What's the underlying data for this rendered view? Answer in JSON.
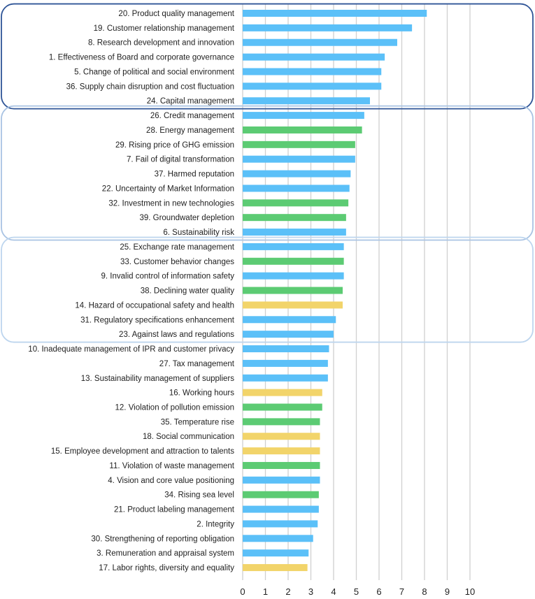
{
  "chart_data": {
    "type": "bar",
    "orientation": "horizontal",
    "grid": true,
    "xlim": [
      0,
      10
    ],
    "ticks": [
      "0",
      "1",
      "2",
      "3",
      "4",
      "5",
      "6",
      "7",
      "8",
      "9",
      "10"
    ],
    "colors": {
      "blue": "#5BC0F8",
      "green": "#5CCB73",
      "yellow": "#F2D46A"
    },
    "groups": [
      {
        "name": "top",
        "from": 0,
        "to": 6,
        "border": "#2F5597"
      },
      {
        "name": "upper-middle",
        "from": 7,
        "to": 15,
        "border": "#A9C3E3"
      },
      {
        "name": "lower-middle",
        "from": 16,
        "to": 22,
        "border": "#BDD5EE"
      }
    ],
    "categories": [
      "20. Product quality management",
      "19. Customer relationship management",
      "8.     Research development and innovation",
      "1.     Effectiveness of Board and corporate governance",
      "5.     Change of political and social environment",
      "36. Supply chain disruption and cost fluctuation",
      "24. Capital management",
      "26. Credit management",
      "28. Energy management",
      "29. Rising price of GHG emission",
      "7.     Fail of digital transformation",
      "37. Harmed reputation",
      "22. Uncertainty of Market Information",
      "32. Investment in new technologies",
      "39. Groundwater depletion",
      "6.     Sustainability risk",
      "25. Exchange rate management",
      "33. Customer behavior changes",
      "9.     Invalid control of information safety",
      "38. Declining water quality",
      "14. Hazard of occupational safety and health",
      "31. Regulatory specifications enhancement",
      "23. Against laws and regulations",
      "10. Inadequate management of IPR and customer privacy",
      "27. Tax management",
      "13. Sustainability management of suppliers",
      "16. Working hours",
      "12. Violation of pollution emission",
      "35. Temperature rise",
      "18. Social communication",
      "15. Employee development and attraction to talents",
      "11. Violation of waste management",
      "4.     Vision and core value positioning",
      "34. Rising sea level",
      "21. Product labeling management",
      "2.     Integrity",
      "30. Strengthening of reporting obligation",
      "3.     Remuneration and appraisal system",
      "17. Labor rights, diversity and equality"
    ],
    "values": [
      8.1,
      7.45,
      6.8,
      6.25,
      6.1,
      6.1,
      5.6,
      5.35,
      5.25,
      4.95,
      4.95,
      4.75,
      4.7,
      4.65,
      4.55,
      4.55,
      4.45,
      4.45,
      4.45,
      4.4,
      4.4,
      4.1,
      4.0,
      3.8,
      3.75,
      3.75,
      3.5,
      3.5,
      3.4,
      3.4,
      3.4,
      3.4,
      3.4,
      3.35,
      3.35,
      3.3,
      3.1,
      2.9,
      2.85
    ],
    "bar_colors": [
      "blue",
      "blue",
      "blue",
      "blue",
      "blue",
      "blue",
      "blue",
      "blue",
      "green",
      "green",
      "blue",
      "blue",
      "blue",
      "green",
      "green",
      "blue",
      "blue",
      "green",
      "blue",
      "green",
      "yellow",
      "blue",
      "blue",
      "blue",
      "blue",
      "blue",
      "yellow",
      "green",
      "green",
      "yellow",
      "yellow",
      "green",
      "blue",
      "green",
      "blue",
      "blue",
      "blue",
      "blue",
      "yellow"
    ]
  }
}
